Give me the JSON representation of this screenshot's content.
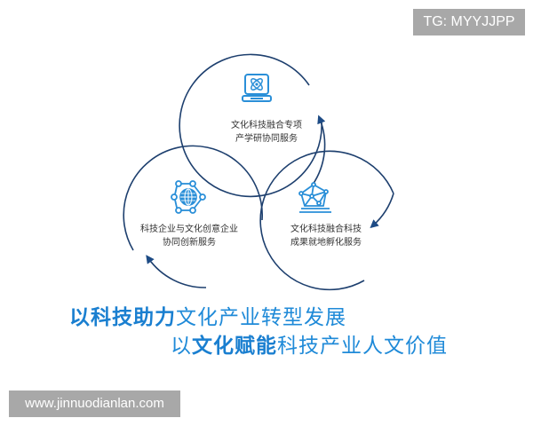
{
  "watermarks": {
    "tg": "TG: MYYJJPP",
    "url": "www.jinnuodianlan.com"
  },
  "colors": {
    "circle_stroke": "#1d3f6e",
    "icon_blue": "#2a8fd8",
    "slogan_blue": "#1f8ad8",
    "badge_bg": "#a8a8a8",
    "label_text": "#333333"
  },
  "diagram": {
    "nodes": [
      {
        "id": "top",
        "icon": "atom-laptop-icon",
        "line1": "文化科技融合专项",
        "line2": "产学研协同服务"
      },
      {
        "id": "left",
        "icon": "globe-network-icon",
        "line1": "科技企业与文化创意企业",
        "line2": "协同创新服务"
      },
      {
        "id": "right",
        "icon": "network-laptop-icon",
        "line1": "文化科技融合科技",
        "line2": "成果就地孵化服务"
      }
    ]
  },
  "slogan": {
    "line1_bold": "以科技助力",
    "line1_rest": "文化产业转型发展",
    "line2_prefix": "以",
    "line2_bold": "文化赋能",
    "line2_rest": "科技产业人文价值"
  }
}
